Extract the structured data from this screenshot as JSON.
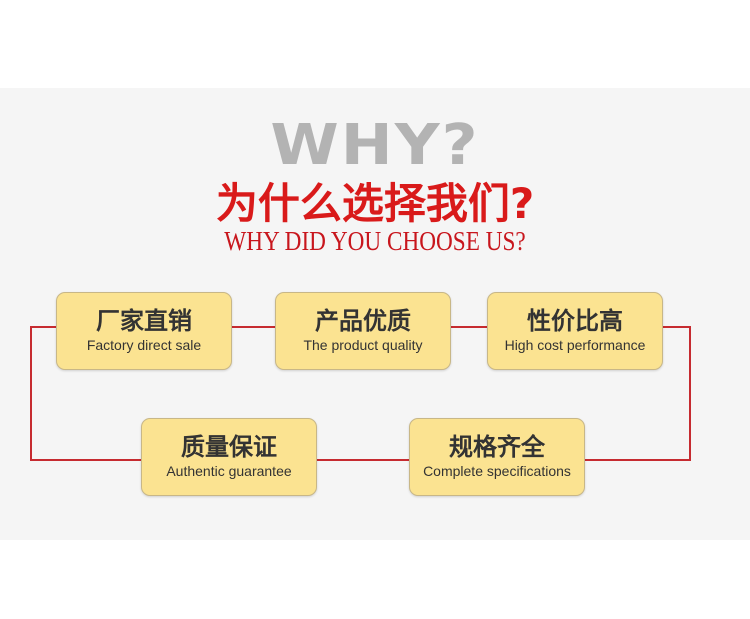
{
  "header": {
    "why": "WHY?",
    "title_cn": "为什么选择我们?",
    "title_en": "WHY DID YOU CHOOSE US?"
  },
  "features": [
    {
      "cn": "厂家直销",
      "en": "Factory direct sale"
    },
    {
      "cn": "产品优质",
      "en": "The product quality"
    },
    {
      "cn": "性价比高",
      "en": "High cost performance"
    },
    {
      "cn": "质量保证",
      "en": "Authentic guarantee"
    },
    {
      "cn": "规格齐全",
      "en": "Complete specifications"
    }
  ],
  "colors": {
    "accent": "#d91a1a",
    "box": "#fbe391",
    "line": "#c62b30"
  }
}
